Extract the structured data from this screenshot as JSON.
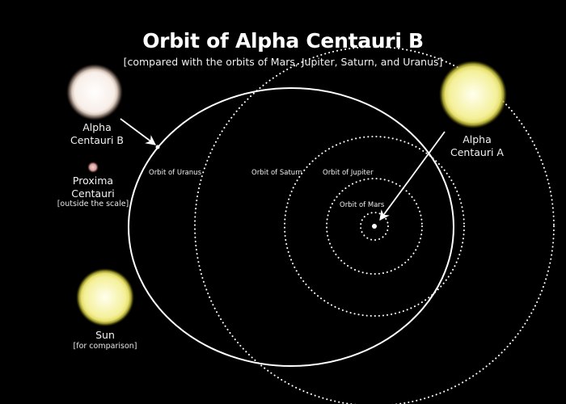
{
  "title": "Orbit of Alpha Centauri B",
  "subtitle": "[compared with the orbits of Mars, Jupiter, Saturn, and Uranus]",
  "colors": {
    "background": "#000000",
    "sun_yellow": "#f6f3a8",
    "sun_glow": "#c9c43a",
    "alpha_b_white": "#fbf3ee",
    "alpha_b_glow": "#8a7b72",
    "proxima_pink": "#e8b8b4",
    "line": "#ffffff"
  },
  "stars": {
    "alpha_centauri_a": {
      "line1": "Alpha",
      "line2": "Centauri A"
    },
    "alpha_centauri_b": {
      "line1": "Alpha",
      "line2": "Centauri B"
    },
    "proxima": {
      "line1": "Proxima",
      "line2": "Centauri",
      "note": "[outside the scale]"
    },
    "sun": {
      "line1": "Sun",
      "note": "[for comparison]"
    }
  },
  "orbits": {
    "uranus": "Orbit of Uranus",
    "saturn": "Orbit of Saturn",
    "jupiter": "Orbit of Jupiter",
    "mars": "Orbit of Mars"
  }
}
